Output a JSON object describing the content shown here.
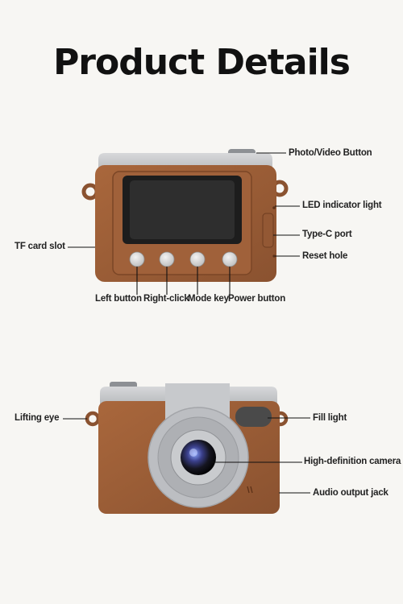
{
  "title": "Product Details",
  "colors": {
    "background": "#f7f6f3",
    "leather": "#9c5f37",
    "leather_dark": "#6e3d20",
    "metal": "#b5b7ba",
    "screen": "#2c2c2c",
    "text": "#222222"
  },
  "back_view": {
    "labels": {
      "photo_video_button": "Photo/Video Button",
      "led_indicator": "LED indicator light",
      "type_c_port": "Type-C port",
      "reset_hole": "Reset hole",
      "tf_card_slot": "TF card slot",
      "left_button": "Left button",
      "right_click": "Right-click",
      "mode_key": "Mode key",
      "power_button": "Power button"
    }
  },
  "front_view": {
    "labels": {
      "lifting_eye": "Lifting eye",
      "fill_light": "Fill light",
      "hd_camera": "High-definition camera",
      "audio_jack": "Audio output jack"
    }
  }
}
